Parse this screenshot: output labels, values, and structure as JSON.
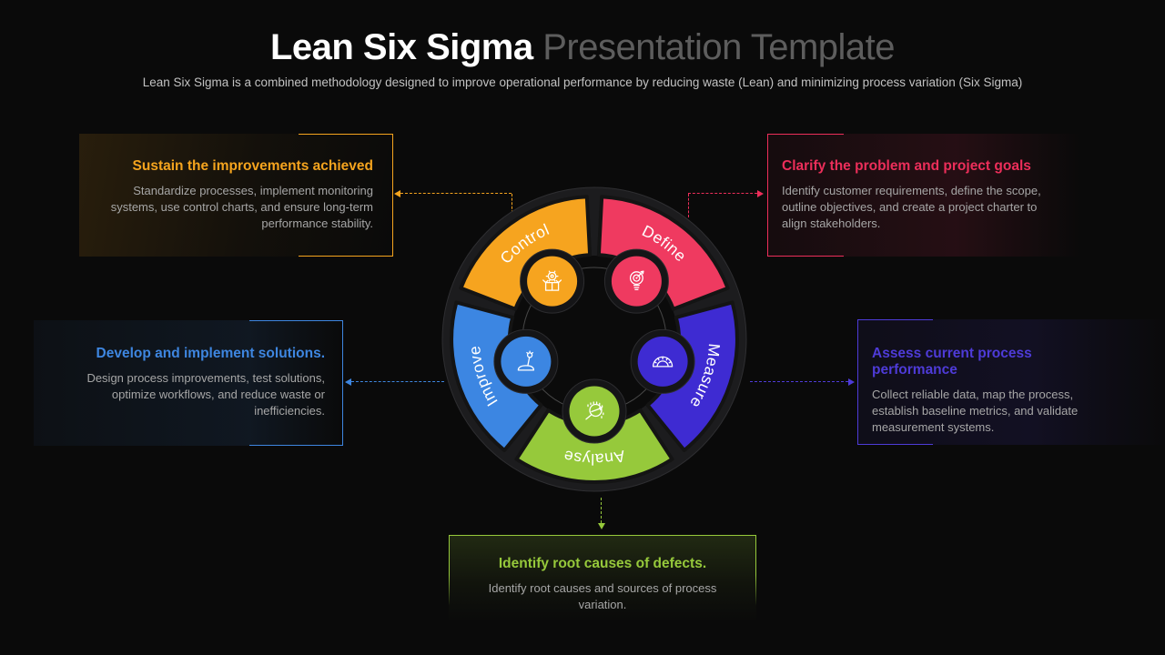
{
  "slide": {
    "title_highlight": "Lean Six Sigma",
    "title_rest": "Presentation Template",
    "subtitle": "Lean Six Sigma is a combined methodology designed to improve operational performance by reducing waste (Lean) and minimizing process variation (Six Sigma)"
  },
  "wheel": {
    "segments": [
      {
        "id": "define",
        "label": "Define",
        "color": "#EF3A60",
        "icon": "bulb-target-icon"
      },
      {
        "id": "measure",
        "label": "Measure",
        "color": "#3E2BD2",
        "icon": "protractor-icon"
      },
      {
        "id": "analyse",
        "label": "Analyse",
        "color": "#96C93B",
        "icon": "magnifier-data-icon"
      },
      {
        "id": "improve",
        "label": "Improve",
        "color": "#3C86E2",
        "icon": "joystick-icon"
      },
      {
        "id": "control",
        "label": "Control",
        "color": "#F6A41F",
        "icon": "gear-box-icon"
      }
    ]
  },
  "callouts": [
    {
      "id": "control",
      "accent": "#F5A41E",
      "title": "Sustain the improvements achieved",
      "body": "Standardize processes, implement monitoring systems, use control charts, and ensure long-term performance stability."
    },
    {
      "id": "define",
      "accent": "#EC2E5A",
      "title": "Clarify the problem and project goals",
      "body": "Identify customer requirements, define the scope, outline objectives, and create a project charter to align stakeholders."
    },
    {
      "id": "improve",
      "accent": "#3E86E0",
      "title": "Develop and implement solutions.",
      "body": "Design process improvements, test solutions, optimize workflows, and reduce waste or inefficiencies."
    },
    {
      "id": "measure",
      "accent": "#4E3BD8",
      "title": "Assess current process performance",
      "body": "Collect reliable data, map the process, establish baseline metrics, and validate measurement systems."
    },
    {
      "id": "analyse",
      "accent": "#96C93B",
      "title": "Identify root causes of defects.",
      "body": "Identify root causes and sources of process variation."
    }
  ]
}
